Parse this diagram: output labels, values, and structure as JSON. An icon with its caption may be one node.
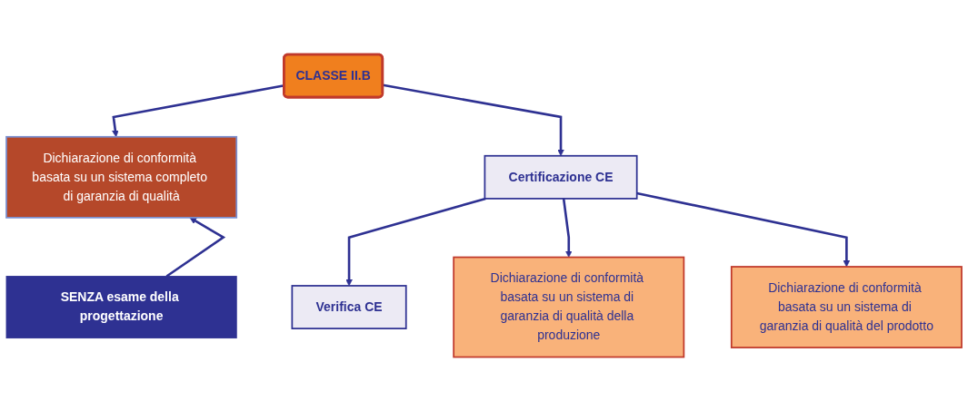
{
  "diagram": {
    "nodes": [
      {
        "text": [
          "CLASSE II.B"
        ]
      },
      {
        "text": [
          "Dichiarazione di conformità basata su un sistema completo di garanzia di qualità"
        ]
      },
      {
        "text": [
          "Certificazione CE"
        ]
      },
      {
        "text": [
          "SENZA esame della progettazione"
        ]
      },
      {
        "text": [
          "Verifica CE"
        ]
      },
      {
        "text": [
          "Dichiarazione di conformità basata su un sistema di garanzia di qualità della produzione"
        ]
      },
      {
        "text": [
          "Dichiarazione di conformità basata su un sistema di garanzia di qualità del prodotto"
        ]
      }
    ],
    "edges": [
      {
        "from": 0,
        "to": 1,
        "arrow": "to"
      },
      {
        "from": 0,
        "to": 2,
        "arrow": "to"
      },
      {
        "from": 3,
        "to": 1,
        "arrow": "to"
      },
      {
        "from": 2,
        "to": 4,
        "arrow": "to"
      },
      {
        "from": 2,
        "to": 5,
        "arrow": "to"
      },
      {
        "from": 2,
        "to": 6,
        "arrow": "to"
      }
    ]
  }
}
